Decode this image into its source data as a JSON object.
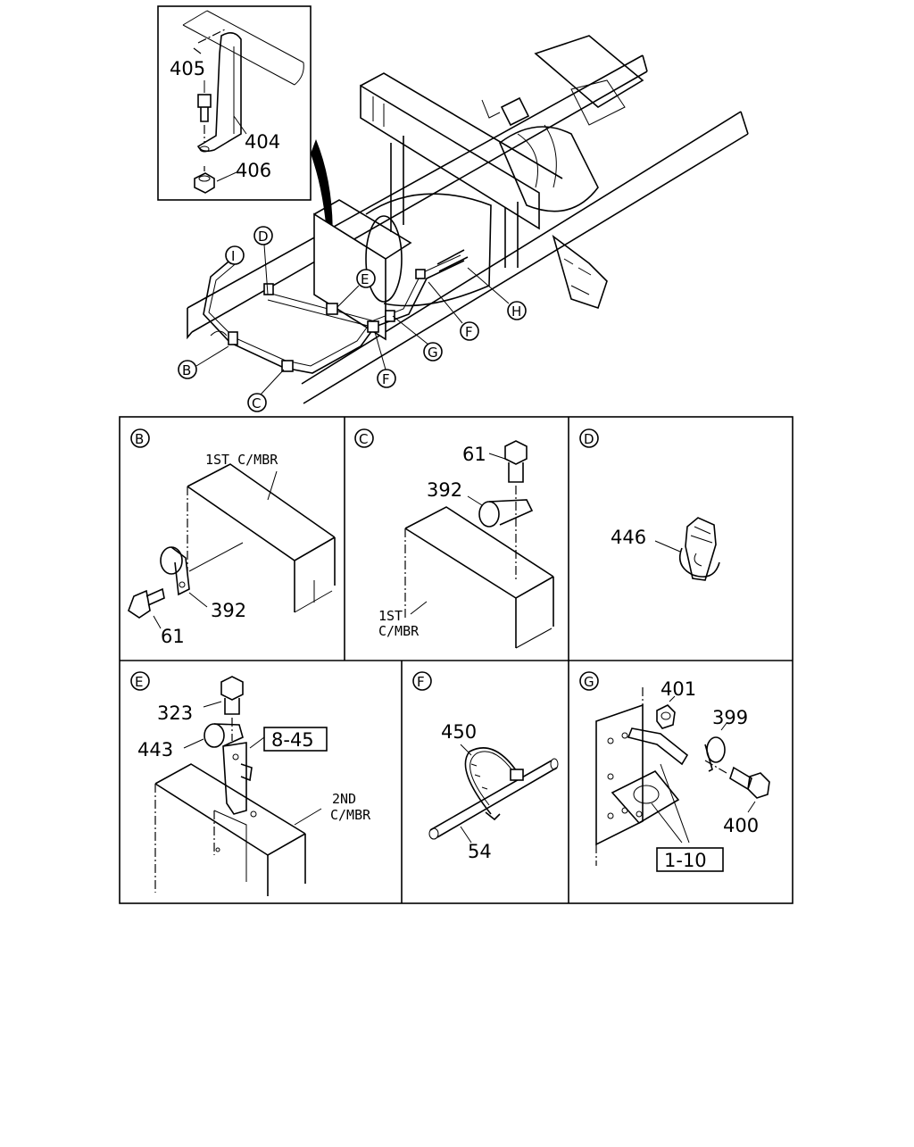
{
  "inset": {
    "labels": {
      "p405": "405",
      "p404": "404",
      "p406": "406"
    }
  },
  "overview": {
    "callouts": {
      "I": "I",
      "D": "D",
      "E": "E",
      "B": "B",
      "C": "C",
      "F1": "F",
      "F2": "F",
      "G": "G",
      "H": "H"
    }
  },
  "panels": {
    "B": {
      "letter": "B",
      "member": "1ST C/MBR",
      "p392": "392",
      "p61": "61"
    },
    "C": {
      "letter": "C",
      "p61": "61",
      "p392": "392",
      "member_line1": "1ST",
      "member_line2": "C/MBR"
    },
    "D": {
      "letter": "D",
      "p446": "446"
    },
    "E": {
      "letter": "E",
      "p323": "323",
      "p443": "443",
      "ref": "8-45",
      "member_line1": "2ND",
      "member_line2": "C/MBR"
    },
    "F": {
      "letter": "F",
      "p450": "450",
      "p54": "54"
    },
    "G": {
      "letter": "G",
      "p401": "401",
      "p399": "399",
      "p400": "400",
      "ref": "1-10"
    }
  },
  "colors": {
    "ink": "#000000",
    "paper": "#ffffff"
  }
}
